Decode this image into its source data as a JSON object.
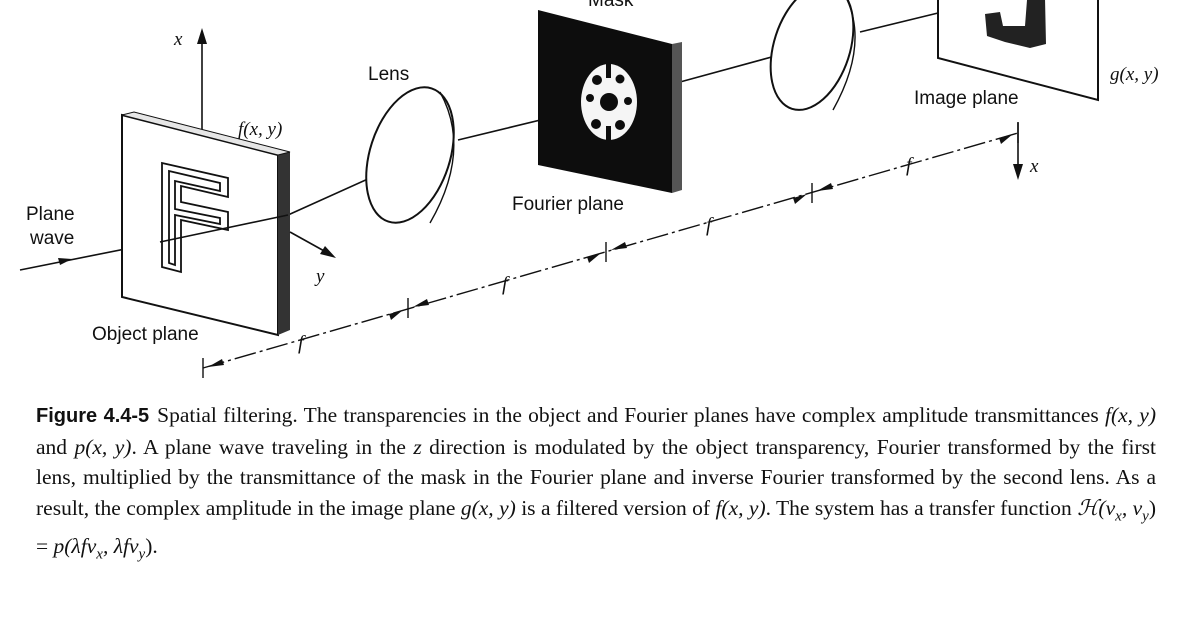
{
  "diagram": {
    "labels": {
      "mask": "Mask",
      "lens": "Lens",
      "f_xy": "f(x, y)",
      "x_axis": "x",
      "plane_wave_line1": "Plane",
      "plane_wave_line2": "wave",
      "y_axis": "y",
      "object_plane": "Object plane",
      "fourier_plane": "Fourier plane",
      "image_plane": "Image plane",
      "g_xy": "g(x, y)",
      "x_axis_image": "x",
      "focal": "f"
    }
  },
  "caption": {
    "figure_number": "Figure 4.4-5",
    "segments": [
      {
        "t": "Spatial filtering. The transparencies in the object and Fourier planes have complex amplitude transmittances ",
        "m": false
      },
      {
        "t": "f(x, y)",
        "m": true
      },
      {
        "t": " and ",
        "m": false
      },
      {
        "t": "p(x, y)",
        "m": true
      },
      {
        "t": ". A plane wave traveling in the ",
        "m": false
      },
      {
        "t": "z",
        "m": true
      },
      {
        "t": " direction is modulated by the object transparency, Fourier transformed by the first lens, multiplied by the transmittance of the mask in the Fourier plane and inverse Fourier transformed by the second lens. As a result, the complex amplitude in the image plane ",
        "m": false
      },
      {
        "t": "g(x, y)",
        "m": true
      },
      {
        "t": " is a filtered version of ",
        "m": false
      },
      {
        "t": "f(x, y)",
        "m": true
      },
      {
        "t": ". The system has a transfer function ",
        "m": false
      },
      {
        "t": "ℋ(ν",
        "m": true
      },
      {
        "t": "x",
        "m": true,
        "sub": true
      },
      {
        "t": ", ν",
        "m": true
      },
      {
        "t": "y",
        "m": true,
        "sub": true
      },
      {
        "t": ") = ",
        "m": false
      },
      {
        "t": "p(λfν",
        "m": true
      },
      {
        "t": "x",
        "m": true,
        "sub": true
      },
      {
        "t": ", λfν",
        "m": true
      },
      {
        "t": "y",
        "m": true,
        "sub": true
      },
      {
        "t": ").",
        "m": false
      }
    ]
  }
}
